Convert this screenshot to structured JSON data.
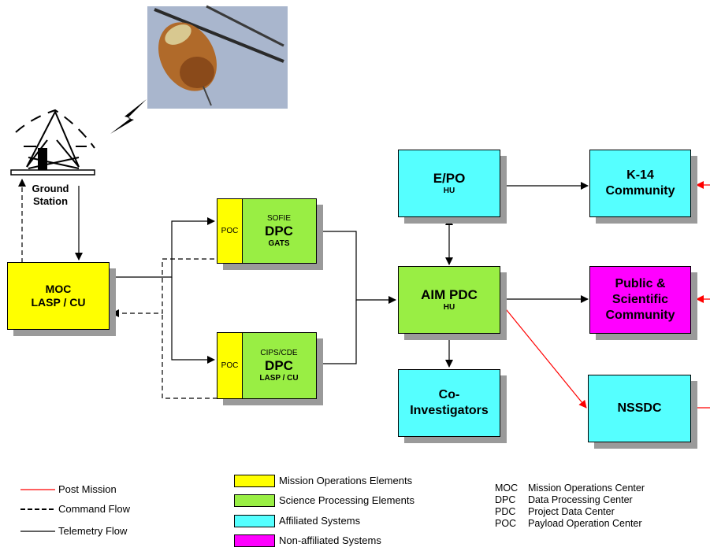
{
  "ground_station_label": "Ground\nStation",
  "nodes": {
    "moc": {
      "line1": "MOC",
      "line2": "LASP / CU"
    },
    "dpc_sofie": {
      "poc": "POC",
      "top": "SOFIE",
      "name": "DPC",
      "bottom": "GATS"
    },
    "dpc_cips": {
      "poc": "POC",
      "top": "CIPS/CDE",
      "name": "DPC",
      "bottom": "LASP / CU"
    },
    "epo": {
      "line1": "E/PO",
      "line2": "HU"
    },
    "pdc": {
      "line1": "AIM PDC",
      "line2": "HU"
    },
    "coi": {
      "line1": "Co-",
      "line2": "Investigators"
    },
    "k14": {
      "line1": "K-14",
      "line2": "Community"
    },
    "public": {
      "line1": "Public &",
      "line2": "Scientific",
      "line3": "Community"
    },
    "nssdc": {
      "line1": "NSSDC"
    }
  },
  "line_legend": {
    "post_mission": "Post Mission",
    "command_flow": "Command Flow",
    "telemetry_flow": "Telemetry Flow"
  },
  "color_legend": [
    {
      "label": "Mission Operations Elements",
      "color": "#ffff00"
    },
    {
      "label": "Science Processing Elements",
      "color": "#99ee44"
    },
    {
      "label": "Affiliated Systems",
      "color": "#55ffff"
    },
    {
      "label": "Non-affiliated Systems",
      "color": "#ff00ff"
    }
  ],
  "abbreviations": [
    {
      "abbr": "MOC",
      "full": "Mission Operations Center"
    },
    {
      "abbr": "DPC",
      "full": "Data Processing Center"
    },
    {
      "abbr": "PDC",
      "full": "Project Data Center"
    },
    {
      "abbr": "POC",
      "full": "Payload Operation Center"
    }
  ],
  "colors": {
    "mission_ops": "#ffff00",
    "science": "#99ee44",
    "affiliated": "#55ffff",
    "non_affiliated": "#ff00ff",
    "post_mission": "#ff0000",
    "shadow": "#9a9a9a"
  }
}
